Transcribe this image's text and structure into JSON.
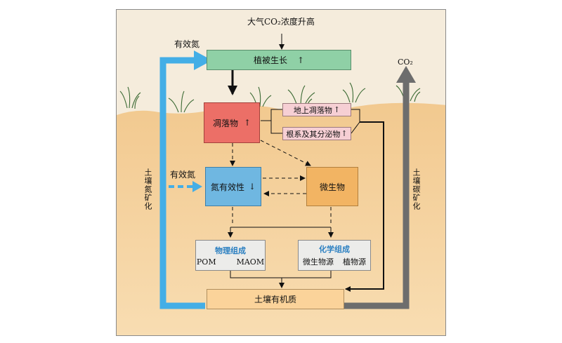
{
  "top_label": "大气CO₂浓度升高",
  "plant_growth": {
    "label": "植被生长",
    "trend": "↑"
  },
  "available_n_top": "有效氮",
  "co2_right": "CO₂",
  "litter": {
    "label": "凋落物",
    "trend": "↑"
  },
  "aboveground_litter": {
    "label": "地上凋落物",
    "trend": "↑"
  },
  "roots_exudates": {
    "label": "根系及其分泌物",
    "trend": "↑"
  },
  "n_availability": {
    "label": "氮有效性",
    "trend": "↓"
  },
  "available_n_left": "有效氮",
  "microbes": {
    "label": "微生物"
  },
  "soil_n_mineralization": "土壤氮矿化",
  "soil_c_mineralization": "土壤碳矿化",
  "physical_composition": {
    "title": "物理组成",
    "left": "POM",
    "right": "MAOM"
  },
  "chemical_composition": {
    "title": "化学组成",
    "left": "微生物源",
    "right": "植物源"
  },
  "soil_organic_matter": {
    "label": "土壤有机质"
  },
  "colors": {
    "soil": "#f2cf9a",
    "sky": "#f5ecdc",
    "green_box": "#8fd0a6",
    "red_box": "#ec6f67",
    "pink_box": "#f6cfd4",
    "blue_box": "#6fb7e1",
    "orange_box": "#f2b463",
    "grey_box": "#ececea",
    "light_orange_box": "#fbd39a",
    "blue_arrow": "#44aee6",
    "grey_arrow": "#6d6d6d"
  }
}
